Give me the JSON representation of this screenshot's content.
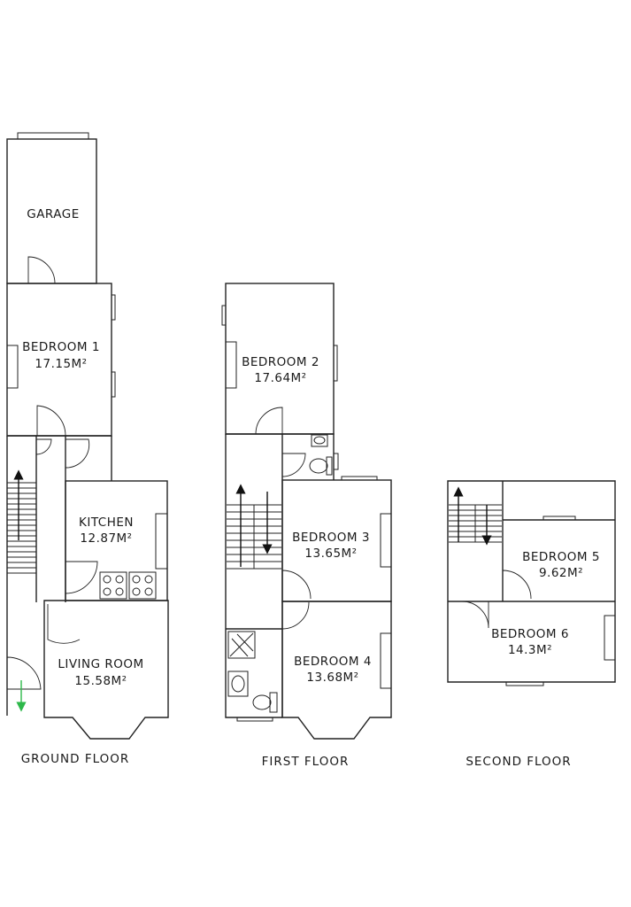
{
  "floors": {
    "ground": {
      "label": "GROUND FLOOR",
      "rooms": {
        "garage": {
          "name": "GARAGE"
        },
        "bedroom1": {
          "name": "BEDROOM 1",
          "area": "17.15M²"
        },
        "kitchen": {
          "name": "KITCHEN",
          "area": "12.87M²"
        },
        "living": {
          "name": "LIVING ROOM",
          "area": "15.58M²"
        }
      }
    },
    "first": {
      "label": "FIRST FLOOR",
      "rooms": {
        "bedroom2": {
          "name": "BEDROOM 2",
          "area": "17.64M²"
        },
        "bedroom3": {
          "name": "BEDROOM 3",
          "area": "13.65M²"
        },
        "bedroom4": {
          "name": "BEDROOM 4",
          "area": "13.68M²"
        }
      }
    },
    "second": {
      "label": "SECOND FLOOR",
      "rooms": {
        "bedroom5": {
          "name": "BEDROOM 5",
          "area": "9.62M²"
        },
        "bedroom6": {
          "name": "BEDROOM 6",
          "area": "14.3M²"
        }
      }
    }
  },
  "colors": {
    "walls": "#222222",
    "entrance_arrow": "#2db84a"
  },
  "icons": [
    "door-swing-icon",
    "stairs-icon",
    "hob-icon",
    "sink-icon",
    "toilet-icon",
    "shower-icon",
    "window-icon",
    "entrance-arrow-icon"
  ]
}
